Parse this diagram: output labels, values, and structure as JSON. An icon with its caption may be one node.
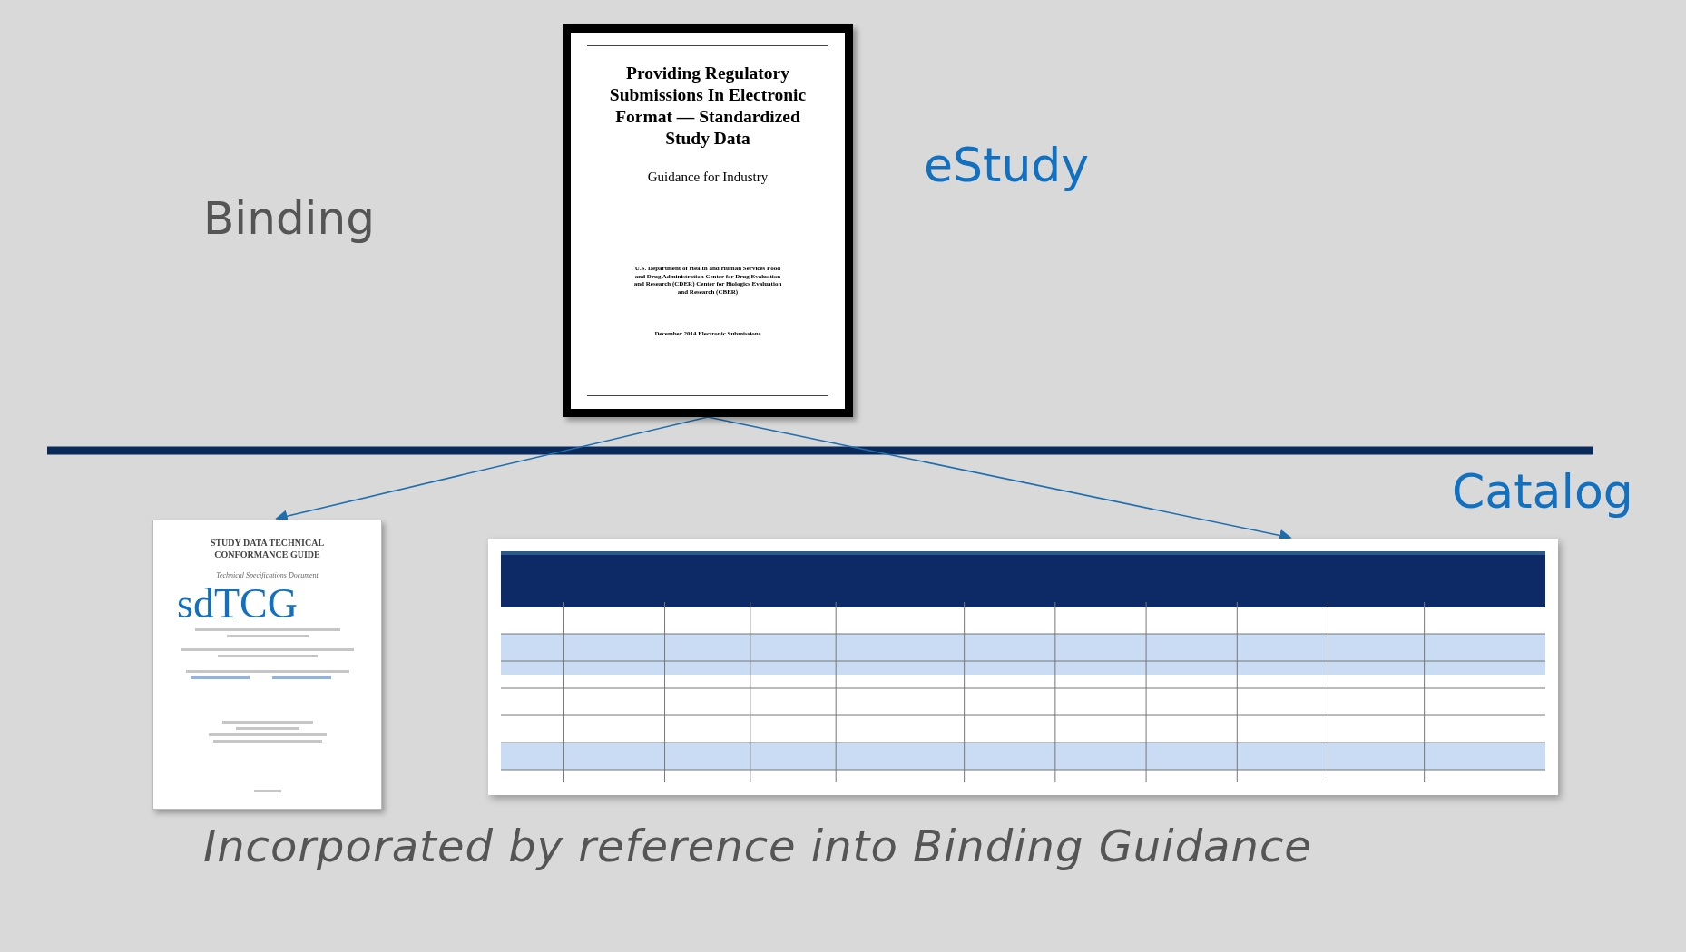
{
  "diagram": {
    "nodes": [
      {
        "text": [
          "Providing Regulatory Submissions In Electronic Format — Standardized Study Data",
          "Guidance for Industry",
          "U.S. Department of Health and Human Services Food and Drug Administration Center for Drug Evaluation and Research (CDER) Center for Biologics Evaluation and Research (CBER)",
          "December 2014 Electronic Submissions"
        ]
      },
      {
        "text": [
          "STUDY DATA TECHNICAL CONFORMANCE GUIDE",
          "Technical Specifications Document",
          "sdTCG"
        ]
      },
      {
        "text": [],
        "shape": "picture"
      }
    ],
    "edges": [
      {
        "from": 0,
        "to": 1,
        "arrow": "to"
      },
      {
        "from": 0,
        "to": 2,
        "arrow": "to"
      }
    ],
    "labels": [
      "Binding",
      "eStudy",
      "Catalog",
      "Incorporated by reference into Binding Guidance"
    ]
  }
}
